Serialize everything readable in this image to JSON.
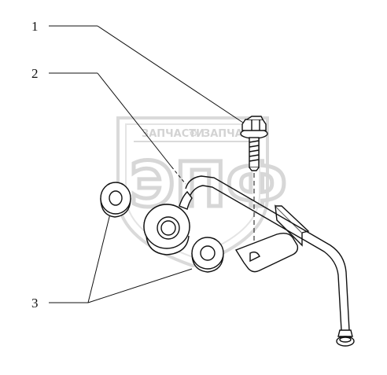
{
  "figure": {
    "callouts": [
      {
        "id": "1",
        "label": "1"
      },
      {
        "id": "2",
        "label": "2"
      },
      {
        "id": "3",
        "label": "3"
      }
    ],
    "watermark": {
      "top_text_left": "ЗАПЧАСТИ",
      "top_text_right": "ЗАПЧАСТИ",
      "big_letters": "ЭПФ"
    },
    "colors": {
      "line": "#111111",
      "watermark": "#d0d0d0",
      "background": "#ffffff"
    }
  }
}
